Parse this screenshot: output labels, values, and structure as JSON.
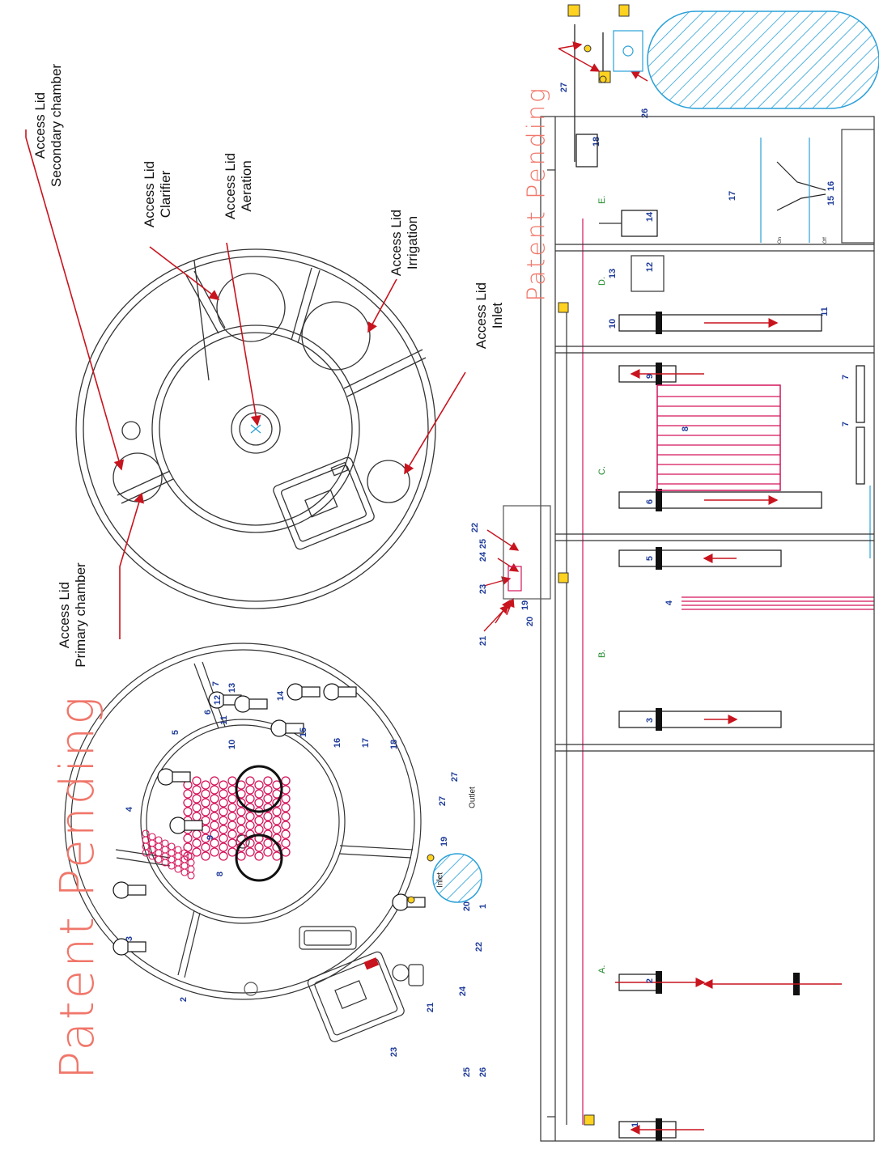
{
  "watermark": "Patent Pending",
  "lids": {
    "primary": [
      "Access Lid",
      "Primary chamber"
    ],
    "secondary": [
      "Access Lid",
      "Secondary chamber"
    ],
    "clarifier": [
      "Access Lid",
      "Clarifier"
    ],
    "aeration": [
      "Access Lid",
      "Aeration"
    ],
    "irrigation": [
      "Access Lid",
      "Irrigation"
    ],
    "inlet": [
      "Access Lid",
      "Inlet"
    ]
  },
  "plan_labels": {
    "inlet": "Inlet",
    "outlet": "Outlet"
  },
  "chambers": [
    "A.",
    "B.",
    "C.",
    "D.",
    "E."
  ],
  "float_labels": {
    "on": "On",
    "off": "Off"
  },
  "part_numbers": [
    "1",
    "2",
    "3",
    "4",
    "5",
    "6",
    "7",
    "8",
    "9",
    "10",
    "11",
    "12",
    "13",
    "14",
    "15",
    "16",
    "17",
    "18",
    "19",
    "20",
    "21",
    "22",
    "23",
    "24",
    "25",
    "26",
    "27"
  ],
  "colors": {
    "red": "#c8141e",
    "blue": "#1f3c9a",
    "pink": "#d4145a",
    "green": "#1e8a2a",
    "cyan": "#2aa0d8",
    "yellow": "#ffd21f",
    "watermark": "#f0766a"
  }
}
